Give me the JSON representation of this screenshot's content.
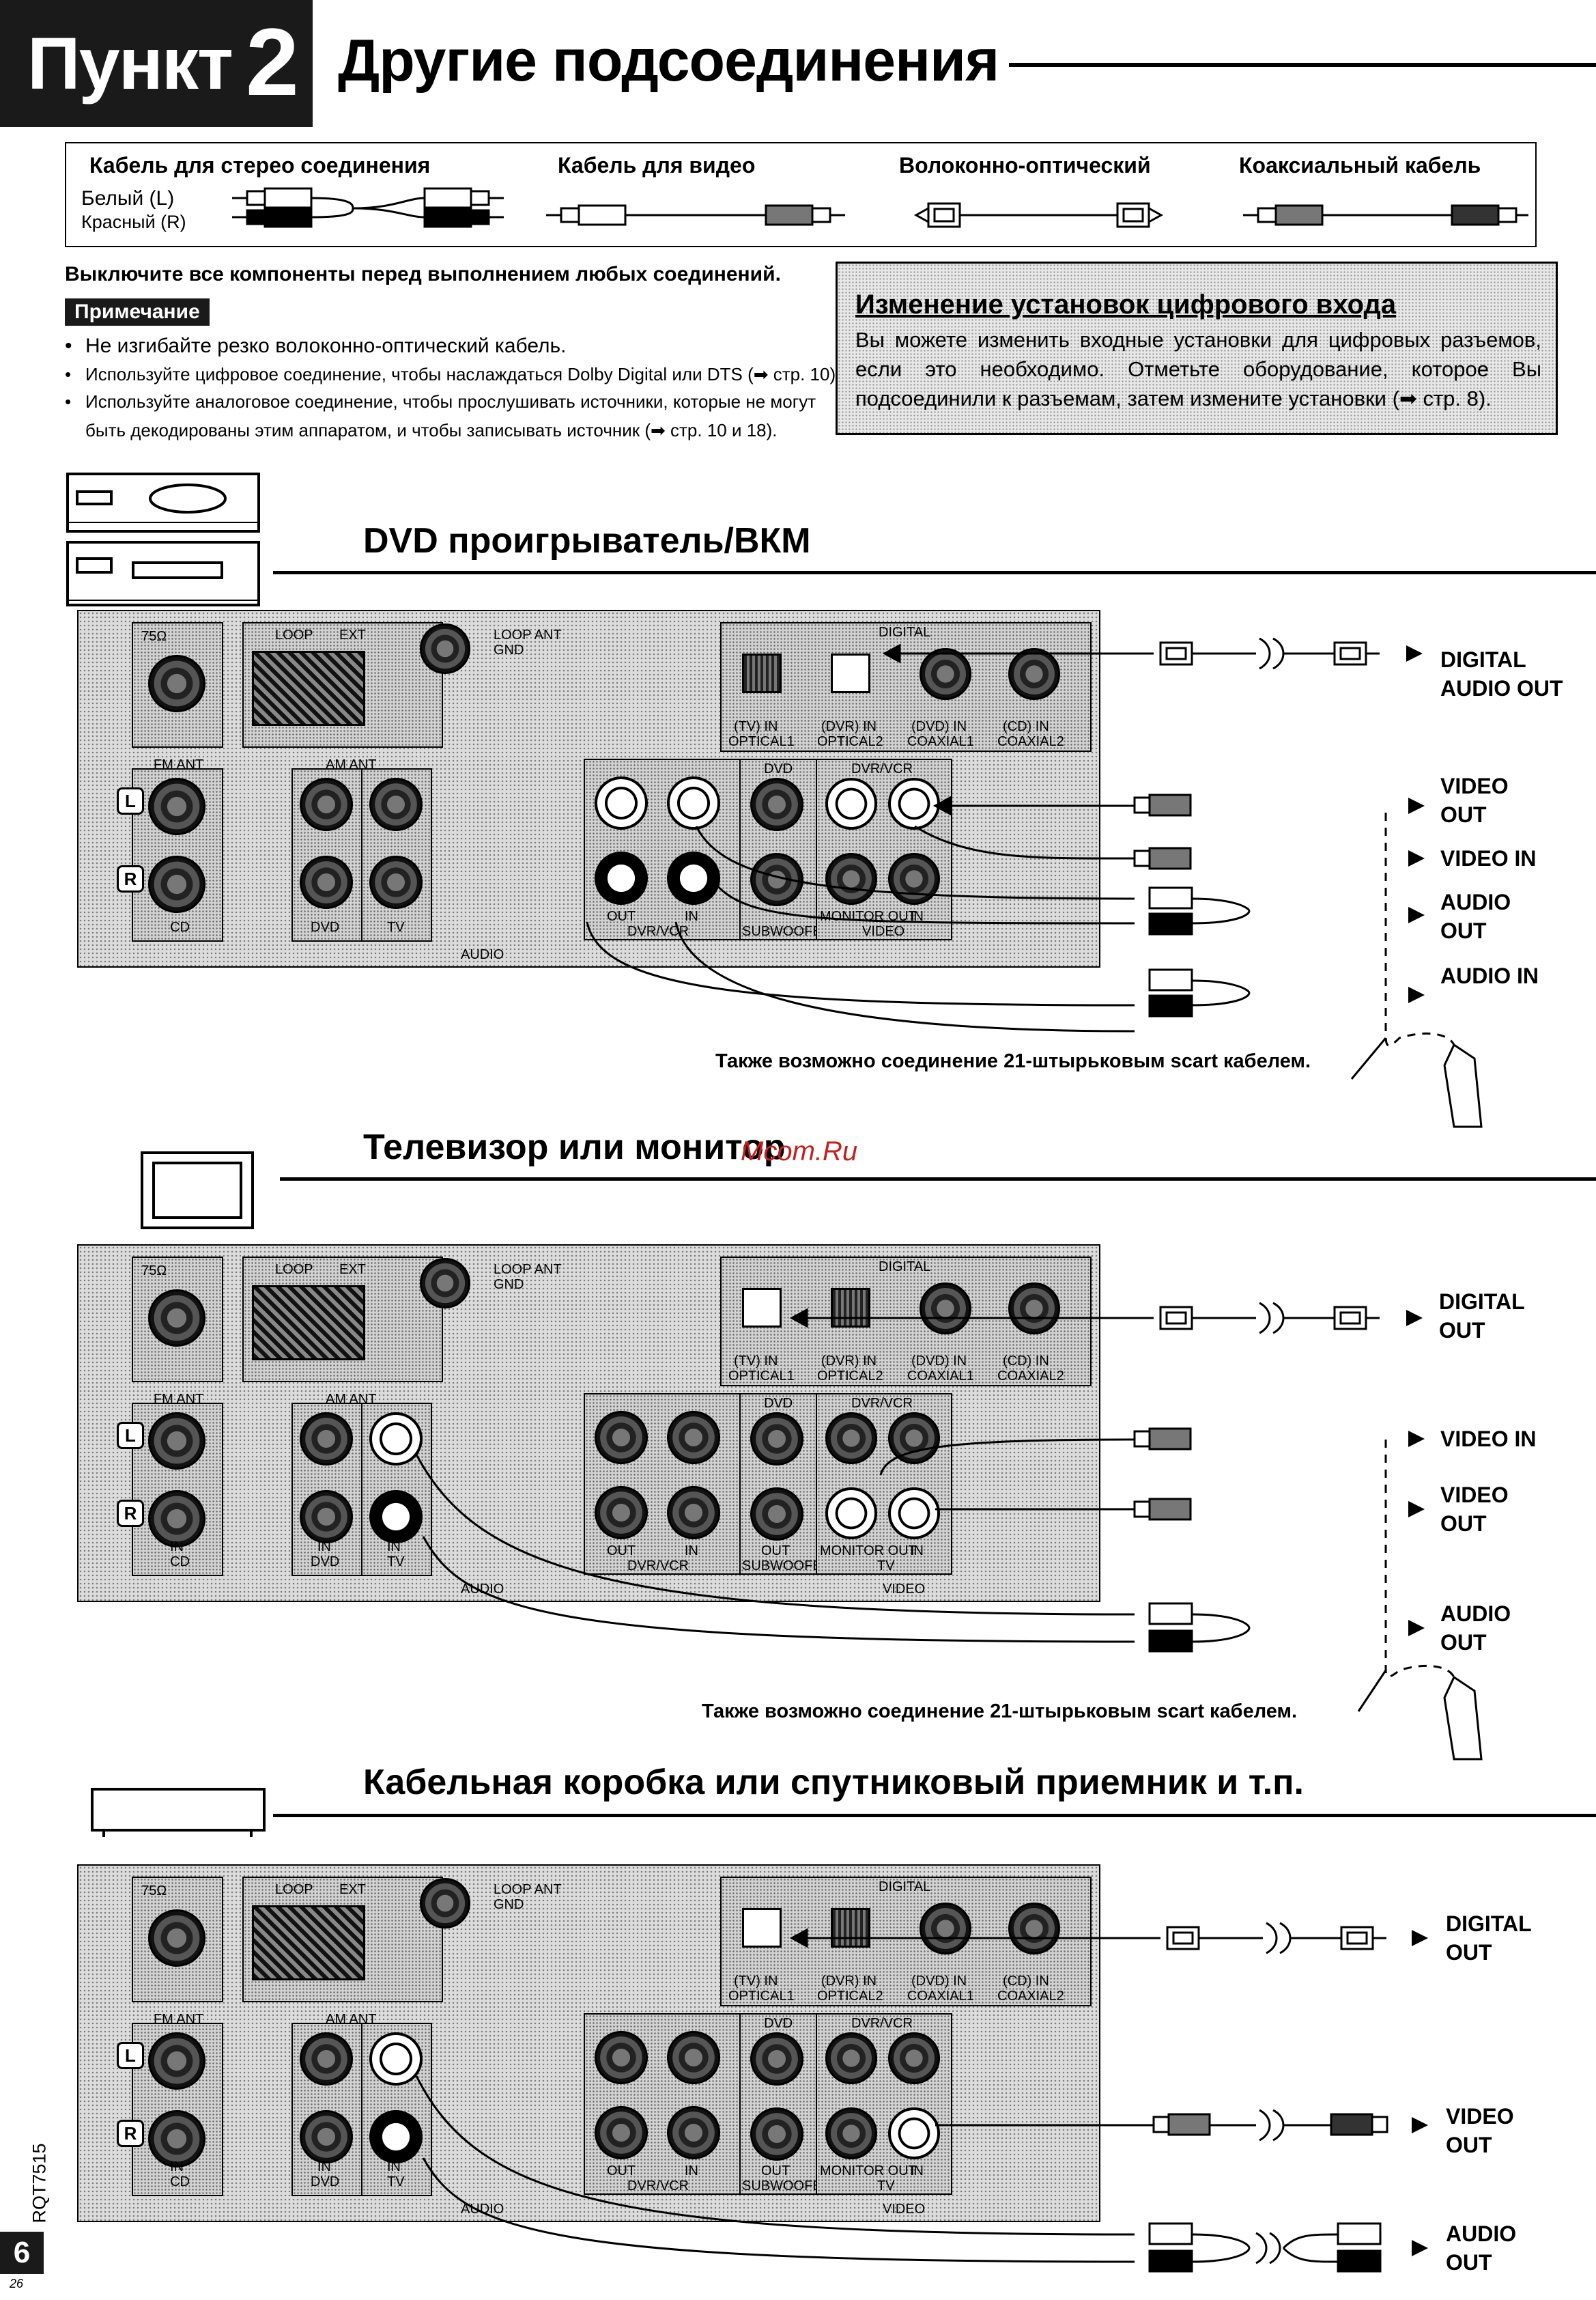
{
  "header": {
    "step_word": "Пункт",
    "step_number": "2",
    "title": "Другие подсоединения"
  },
  "cable_legend": {
    "stereo_title": "Кабель для стерео соединения",
    "white_label": "Белый (L)",
    "red_label": "Красный (R)",
    "video_title": "Кабель для видео",
    "optical_title": "Волоконно-оптический",
    "coaxial_title": "Коаксиальный кабель"
  },
  "intro": {
    "power_off": "Выключите все компоненты перед выполнением любых соединений.",
    "note_badge": "Примечание",
    "notes": [
      "Не изгибайте резко волоконно-оптический кабель.",
      "Используйте цифровое соединение, чтобы наслаждаться Dolby Digital или DTS (➡ стр. 10).",
      "Используйте аналоговое соединение, чтобы прослушивать источники, которые не могут",
      "быть декодированы этим аппаратом, и чтобы записывать источник (➡ стр. 10 и 18)."
    ]
  },
  "info_box": {
    "title": "Изменение установок цифрового входа",
    "text": "Вы можете изменить входные установки для цифровых разъемов, если это необходимо. Отметьте оборудование, которое Вы подсоединили к разъемам, затем измените установки (➡ стр. 8)."
  },
  "panel_labels": {
    "ohm": "75Ω",
    "loop": "LOOP",
    "ext": "EXT",
    "loop_ant": "LOOP ANT",
    "gnd": "GND",
    "fm_ant": "FM ANT",
    "am_ant": "AM ANT",
    "digital": "DIGITAL",
    "tv_in": "(TV) IN",
    "dvr_in": "(DVR) IN",
    "dvd_in": "(DVD) IN",
    "cd_in": "(CD) IN",
    "optical1": "OPTICAL1",
    "optical2": "OPTICAL2",
    "coaxial1": "COAXIAL1",
    "coaxial2": "COAXIAL2",
    "dvd": "DVD",
    "dvr_vcr": "DVR/VCR",
    "in": "IN",
    "out": "OUT",
    "cd": "CD",
    "tv": "TV",
    "audio": "AUDIO",
    "video": "VIDEO",
    "subwoofer": "SUBWOOFER",
    "monitor_out": "MONITOR OUT",
    "l": "L",
    "r": "R"
  },
  "sections": {
    "dvd": {
      "title": "DVD проигрыватель/ВКМ",
      "signals": [
        "DIGITAL AUDIO OUT",
        "VIDEO OUT",
        "VIDEO IN",
        "AUDIO OUT",
        "AUDIO IN"
      ],
      "scart_note": "Также возможно соединение 21-штырьковым scart кабелем."
    },
    "tv": {
      "title": "Телевизор или монитор",
      "watermark": "Mcom.Ru",
      "signals": [
        "DIGITAL OUT",
        "VIDEO IN",
        "VIDEO OUT",
        "AUDIO OUT"
      ],
      "scart_note": "Также возможно соединение 21-штырьковым scart кабелем."
    },
    "cable": {
      "title": "Кабельная коробка или спутниковый приемник и т.п.",
      "signals": [
        "DIGITAL OUT",
        "VIDEO OUT",
        "AUDIO OUT"
      ]
    }
  },
  "footer": {
    "model_code": "RQT7515",
    "page_number": "6",
    "sub_number": "26"
  }
}
